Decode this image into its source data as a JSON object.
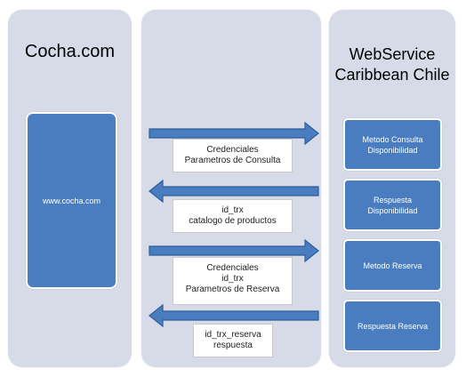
{
  "cocha": {
    "title": "Cocha.com",
    "site_label": "www.cocha.com"
  },
  "webservice": {
    "title_line1": "WebService",
    "title_line2": "Caribbean Chile",
    "boxes": [
      {
        "line1": "Metodo Consulta",
        "line2": "Disponibilidad"
      },
      {
        "line1": "Respuesta",
        "line2": "Disponibilidad"
      },
      {
        "line1": "Metodo Reserva",
        "line2": ""
      },
      {
        "line1": "Respuesta Reserva",
        "line2": ""
      }
    ]
  },
  "flows": [
    {
      "direction": "right",
      "lines": [
        "Credenciales",
        "Parametros de Consulta"
      ]
    },
    {
      "direction": "left",
      "lines": [
        "id_trx",
        "catalogo de productos"
      ]
    },
    {
      "direction": "right",
      "lines": [
        "Credenciales",
        "id_trx",
        "Parametros de Reserva"
      ]
    },
    {
      "direction": "left",
      "lines": [
        "id_trx_reserva",
        "respuesta"
      ]
    }
  ],
  "colors": {
    "column_background": "#d6dbe7",
    "box_fill": "#4a7dbf",
    "arrow_fill": "#4a7dbf",
    "arrow_stroke": "#2f5e98"
  }
}
